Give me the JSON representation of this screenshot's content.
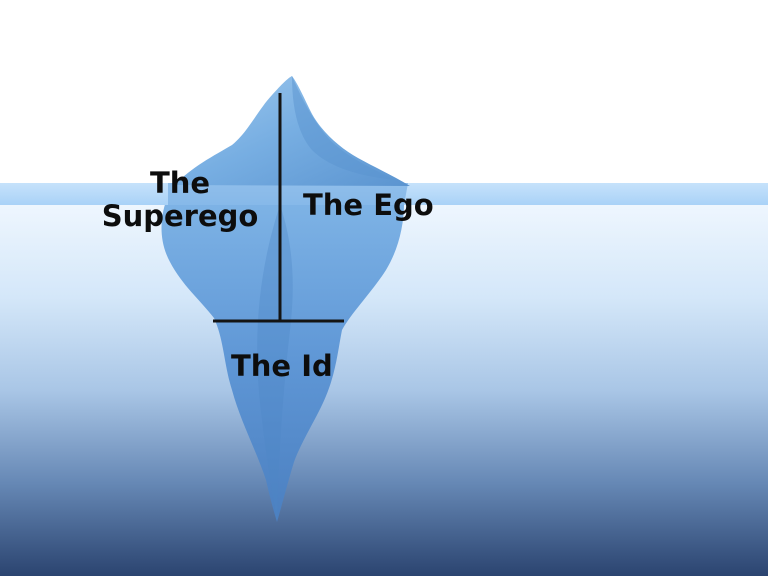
{
  "diagram": {
    "labels": {
      "superego_line1": "The",
      "superego_line2": "Superego",
      "ego": "The Ego",
      "id": "The Id"
    },
    "colors": {
      "sky": "#ffffff",
      "water_top": "#eaf4fd",
      "water_bottom": "#2b4470",
      "waterline": "#b9dcfa",
      "ice_light": "#a7cdee",
      "ice_mid": "#6aa3dc",
      "ice_dark": "#3f78bd",
      "divider_line": "#141414",
      "label_text": "#0d0d0d"
    }
  }
}
